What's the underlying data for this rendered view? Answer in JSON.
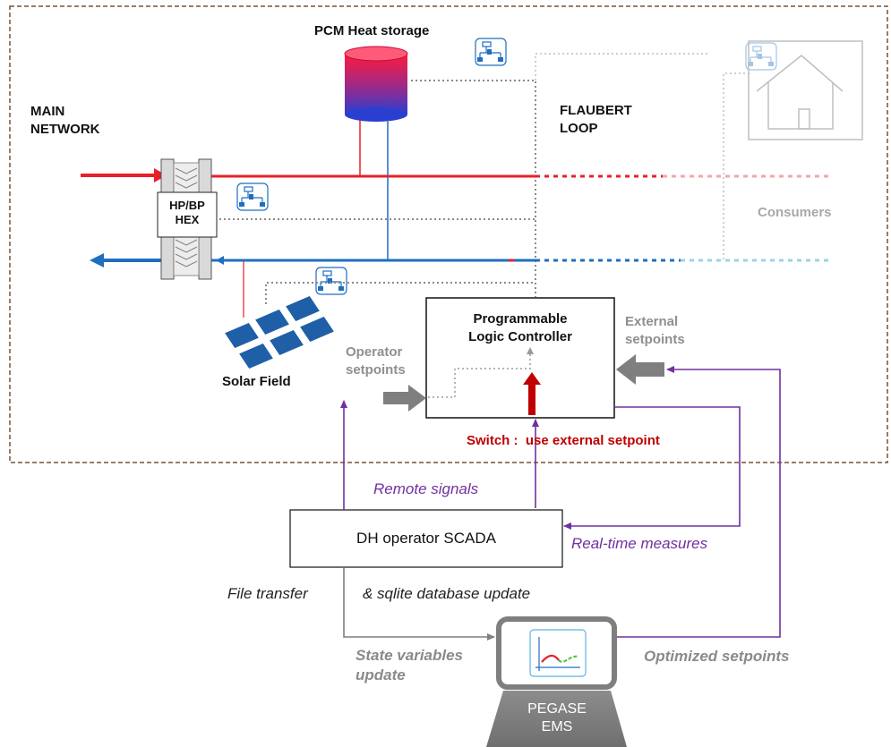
{
  "labels": {
    "main_network": "MAIN\nNETWORK",
    "pcm_heat_storage": "PCM Heat storage",
    "flaubert_loop": "FLAUBERT\nLOOP",
    "hex": "HP/BP\nHEX",
    "consumers": "Consumers",
    "solar_field": "Solar Field",
    "plc": "Programmable\nLogic Controller",
    "external_setpoints": "External\nsetpoints",
    "operator_setpoints": "Operator\nsetpoints",
    "switch": "Switch :  use external setpoint",
    "remote_signals": "Remote signals",
    "scada": "DH operator SCADA",
    "real_time_measures": "Real-time measures",
    "file_transfer": "File transfer",
    "sqlite_update": "& sqlite database update",
    "state_variables": "State variables\nupdate",
    "optimized_setpoints": "Optimized setpoints",
    "pegase": "PEGASE\nEMS"
  },
  "colors": {
    "hot": "#e8202a",
    "cold": "#1f6fc0",
    "signal": "#7030a0",
    "switch": "#c00000",
    "boundary": "#7a5030",
    "grey": "#7f7f7f"
  }
}
